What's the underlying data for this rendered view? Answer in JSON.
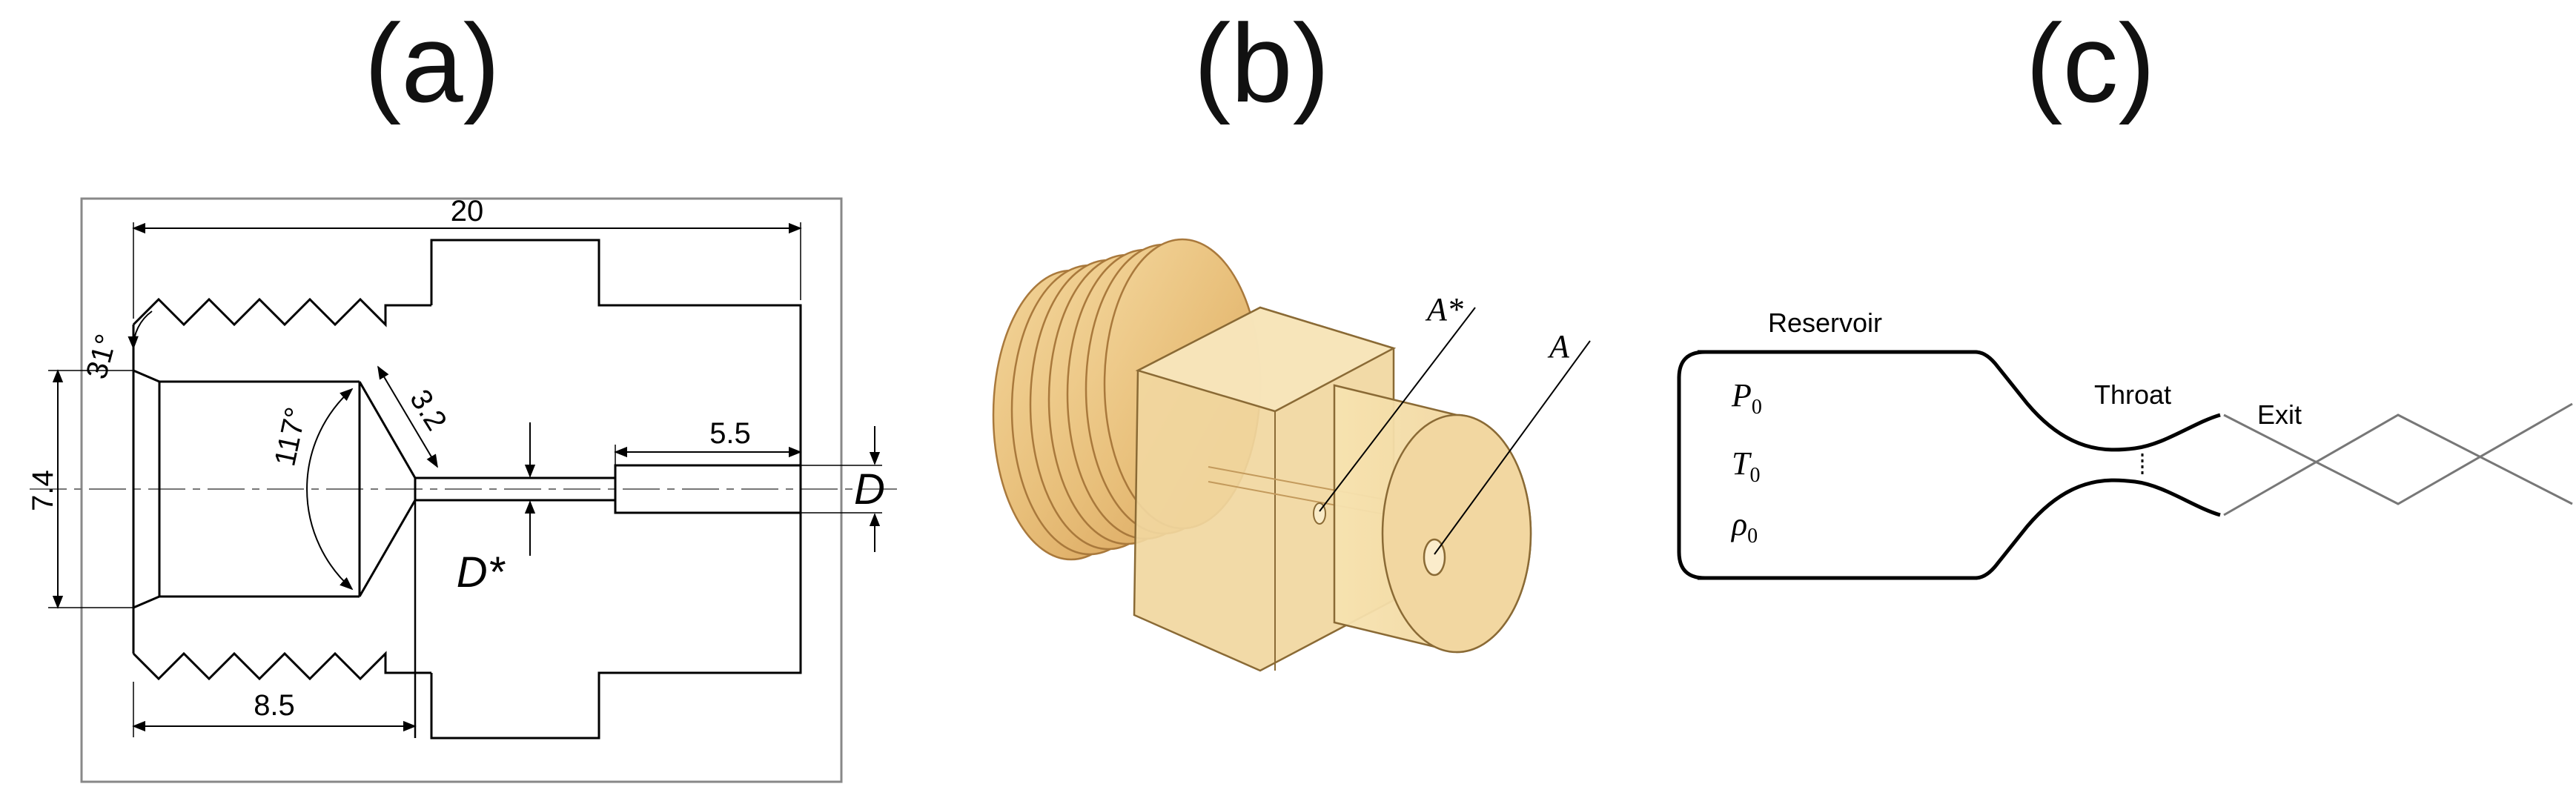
{
  "panels": {
    "a": {
      "label": "(a)"
    },
    "b": {
      "label": "(b)"
    },
    "c": {
      "label": "(c)"
    }
  },
  "drawing_a": {
    "dim_total_length": "20",
    "dim_left_length": "8.5",
    "dim_outlet_length": "5.5",
    "dim_bore_diameter": "7.4",
    "dim_cone_length": "3.2",
    "dim_cone_angle": "117°",
    "dim_chamfer_angle": "31°",
    "throat_label": "D*",
    "exit_label": "D"
  },
  "model_b": {
    "throat_area_label": "A*",
    "exit_area_label": "A"
  },
  "schematic_c": {
    "reservoir_label": "Reservoir",
    "throat_label": "Throat",
    "exit_label": "Exit",
    "pressure_symbol": "P",
    "temperature_symbol": "T",
    "density_symbol": "ρ",
    "subscript": "0"
  }
}
